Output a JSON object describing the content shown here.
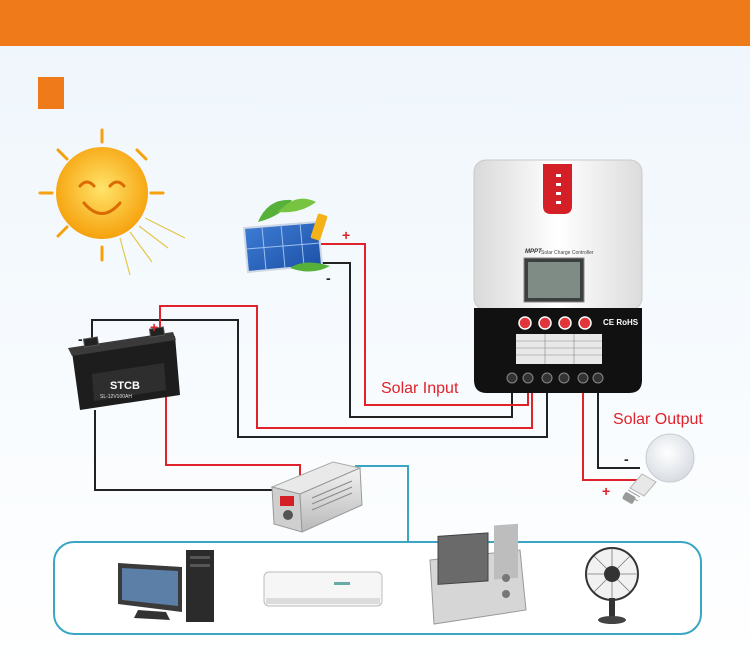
{
  "labels": {
    "solar_input": "Solar Input",
    "solar_output": "Solar Output"
  },
  "signs": {
    "plus": "+",
    "minus": "-"
  },
  "controller": {
    "model": "MPPT",
    "name": "Solar Charge Controller",
    "cert": "CE RoHS"
  },
  "battery": {
    "brand": "STCB",
    "model": "SL-12V100AH"
  },
  "colors": {
    "accent_orange": "#ef7a1a",
    "positive_wire": "#e0222a",
    "negative_wire": "#222222",
    "load_wire": "#3aa6c4"
  },
  "icons": [
    "sun-icon",
    "solar-panel-icon",
    "charge-controller-icon",
    "battery-icon",
    "inverter-icon",
    "light-bulb-icon",
    "computer-icon",
    "air-conditioner-icon",
    "microwave-icon",
    "fan-icon"
  ]
}
